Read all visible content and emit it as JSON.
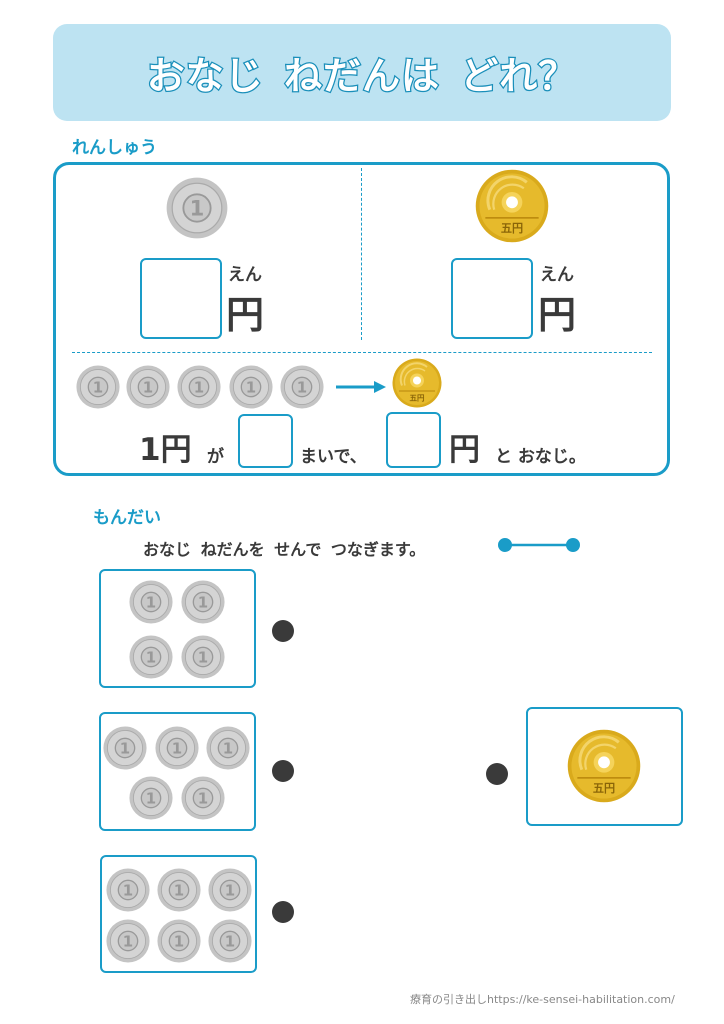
{
  "header": {
    "title": "おなじ ねだんは どれ？"
  },
  "practice": {
    "label": "れんしゅう",
    "en_reading": "えん",
    "en_kanji": "円",
    "sentence": {
      "part1": "1円",
      "part2": "が",
      "part3": "まいで、",
      "part4": "円",
      "part5": "と おなじ。"
    }
  },
  "problem": {
    "label": "もんだい",
    "instruction": "おなじ ねだんを せんで つなぎます。"
  },
  "coins": {
    "one_yen": "1",
    "five_yen": "五円"
  },
  "footer": {
    "credit": "療育の引き出しhttps://ke-sensei-habilitation.com/"
  },
  "colors": {
    "accent": "#1a9cc8",
    "banner": "#bde3f2",
    "silver": "#c8c8c8",
    "gold": "#e0b321"
  }
}
